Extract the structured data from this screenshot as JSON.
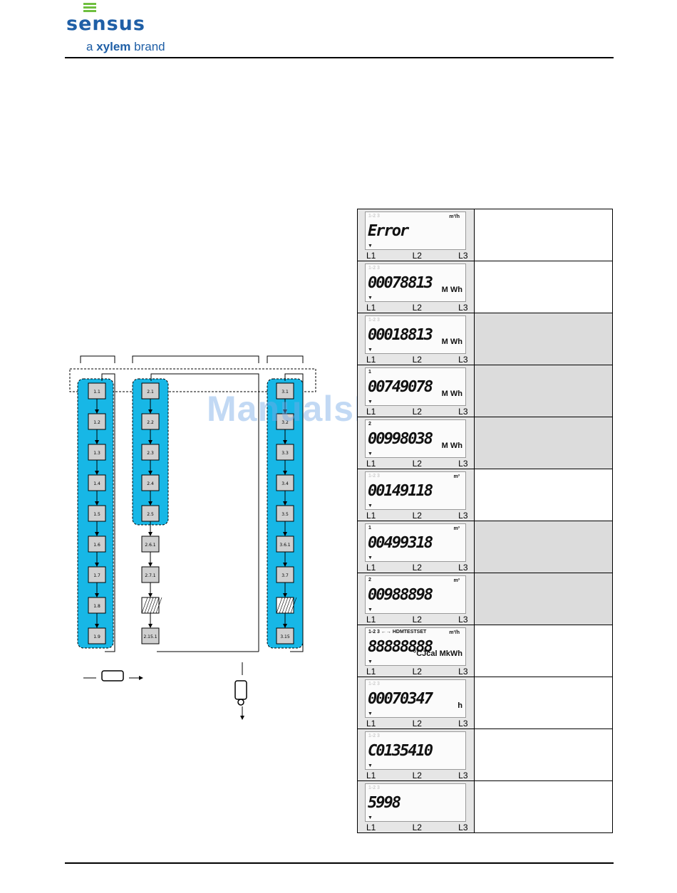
{
  "header": {
    "brand": "sensus",
    "tagline_prefix": "a",
    "tagline_brand": "xylem",
    "tagline_suffix": "brand"
  },
  "watermark": "ManualsLib.de",
  "flow": {
    "col1": [
      "1.1",
      "1.2",
      "1.3",
      "1.4",
      "1.5",
      "1.6",
      "1.7",
      "1.8",
      "1.9"
    ],
    "col2": [
      "2.1",
      "2.2",
      "2.3",
      "2.4",
      "2.5",
      "2.6.1",
      "2.7.1",
      "",
      "2.15.1"
    ],
    "col3": [
      "3.1",
      "3.2",
      "3.3",
      "3.4",
      "3.5",
      "3.6.1",
      "3.7",
      "",
      "3.15"
    ]
  },
  "lcd_labels": {
    "l1": "L1",
    "l2": "L2",
    "l3": "L3"
  },
  "lcd_rows": [
    {
      "main": "Error",
      "top": "1-2 3",
      "unit": "",
      "unit_top": "m³/h",
      "shaded": false
    },
    {
      "main": "00078813",
      "top": "1-2 3",
      "unit": "M Wh",
      "unit_top": "",
      "shaded": false
    },
    {
      "main": "00018813",
      "top": "1-2 3",
      "unit": "M Wh",
      "unit_top": "",
      "shaded": true
    },
    {
      "main": "00749078",
      "top": "1",
      "unit": "M Wh",
      "unit_top": "",
      "shaded": true
    },
    {
      "main": "00998038",
      "top": "2",
      "unit": "M Wh",
      "unit_top": "",
      "shaded": true
    },
    {
      "main": "00149118",
      "top": "1-2 3",
      "unit": "",
      "unit_top": "m³",
      "shaded": false
    },
    {
      "main": "00499318",
      "top": "1",
      "unit": "",
      "unit_top": "m³",
      "shaded": true
    },
    {
      "main": "00988898",
      "top": "2",
      "unit": "",
      "unit_top": "m³",
      "shaded": true
    },
    {
      "main": "88888888",
      "top": "1-2 3 ←→ HDMTESTSET",
      "unit": "°CJcal MkWh",
      "unit_top": "m³/h",
      "shaded": false
    },
    {
      "main": "00070347",
      "top": "1-2 3",
      "unit": "h",
      "unit_top": "",
      "shaded": false
    },
    {
      "main": "C0135410",
      "top": "1-2 3",
      "unit": "",
      "unit_top": "",
      "shaded": false
    },
    {
      "main": "5998",
      "top": "1-2 3",
      "unit": "",
      "unit_top": "",
      "shaded": false
    }
  ]
}
